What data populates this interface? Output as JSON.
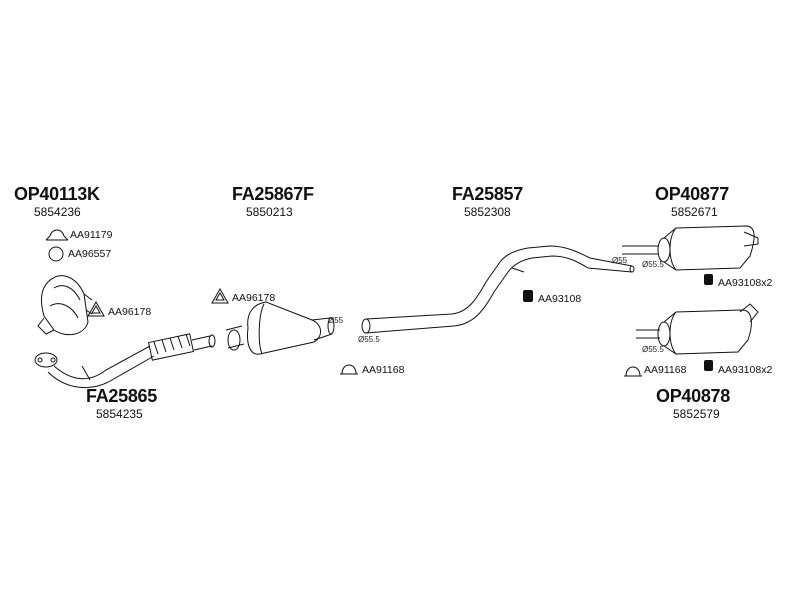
{
  "parts": {
    "cat_front": {
      "code": "OP40113K",
      "number": "5854236"
    },
    "rear_a": {
      "code": "OP40877",
      "number": "5852671"
    },
    "rear_b": {
      "code": "OP40878",
      "number": "5852579"
    },
    "front_pipe": {
      "code": "FA25865",
      "number": "5854235"
    },
    "middle": {
      "code": "FA25867F",
      "number": "5850213"
    },
    "tail_pipe": {
      "code": "FA25857",
      "number": "5852308"
    }
  },
  "components": {
    "clamp_91179": "AA91179",
    "ring_96557": "AA96557",
    "gasket_96178_a": "AA96178",
    "gasket_96178_b": "AA96178",
    "clamp_91168_a": "AA91168",
    "clamp_91168_b": "AA91168",
    "hanger_93108_mid": "AA93108",
    "hanger_93108_top": "AA93108x2",
    "hanger_93108_bottom": "AA93108x2"
  },
  "diameters": {
    "d_mid_55": "Ø55",
    "d_mid_555": "Ø55.5",
    "d_tail_55": "Ø55",
    "d_rear_a_555": "Ø55.5",
    "d_rear_b_555": "Ø55.5"
  }
}
